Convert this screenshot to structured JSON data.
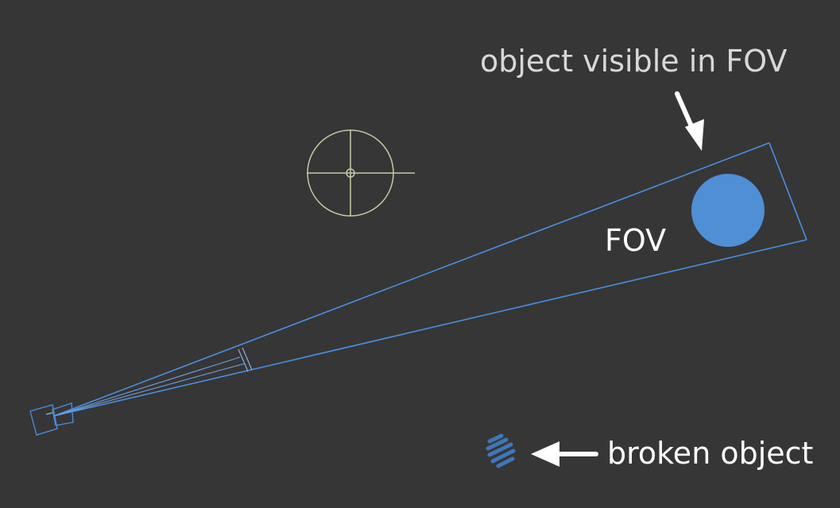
{
  "annotations": {
    "visible_label": "object visible in FOV",
    "fov_label": "FOV",
    "broken_label": "broken object"
  },
  "scene": {
    "background_color": "#363636",
    "fov_outline_color": "#4a8fe0",
    "visible_object_color": "#4f8fd6",
    "crosshair_color": "#c9c8a8",
    "arrow_color": "#ffffff",
    "label_color": "#ffffff"
  },
  "icons": {
    "camera": "camera-icon",
    "crosshair": "crosshair-icon",
    "broken_object": "broken-object-icon",
    "arrow_down": "arrow-down-icon",
    "arrow_left": "arrow-left-icon"
  }
}
